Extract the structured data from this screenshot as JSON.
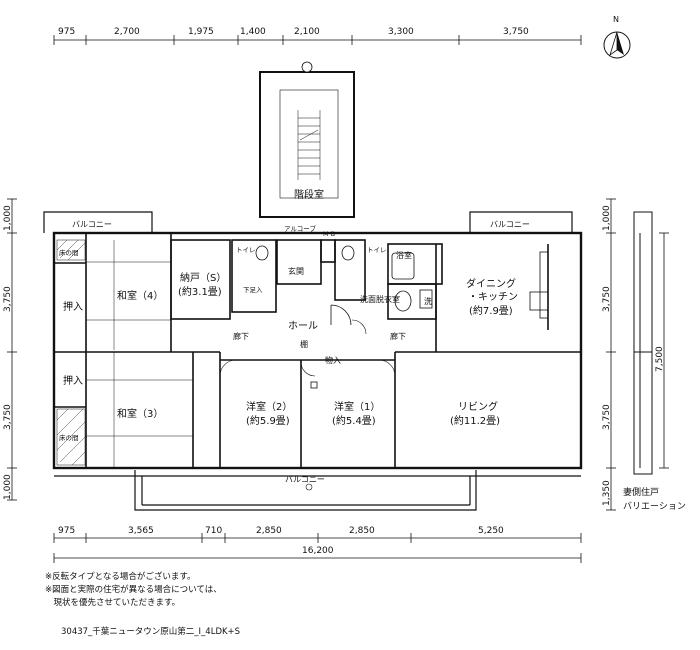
{
  "dims": {
    "top": [
      "975",
      "2,700",
      "1,975",
      "1,400",
      "2,100",
      "3,300",
      "3,750"
    ],
    "bottom": [
      "975",
      "3,565",
      "710",
      "2,850",
      "2,850",
      "5,250"
    ],
    "total": "16,200",
    "left": [
      "1,000",
      "3,750",
      "3,750",
      "1,000"
    ],
    "right": [
      "1,000",
      "3,750",
      "3,750",
      "1,350"
    ],
    "right_total": "7,500"
  },
  "rooms": {
    "stair": "階段室",
    "balcony_nw": "バルコニー",
    "balcony_ne": "バルコニー",
    "balcony_s": "バルコニー",
    "alcove": "アルコーブ",
    "mb": "M\nB",
    "toilet1": "トイレ",
    "toilet2": "トイレ",
    "entrance": "玄関",
    "bath": "浴室",
    "washroom": "洗面脱衣室",
    "wash": "洗",
    "storage_name": "納戸（S）",
    "storage_size": "(約3.1畳)",
    "wa4": "和室（4）",
    "wa3": "和室（3）",
    "tokonoma1": "床の間",
    "tokonoma2": "床の間",
    "oshiire1": "押入",
    "oshiire2": "押入",
    "shoe": "下足入",
    "dk_name1": "ダイニング",
    "dk_name2": "・キッチン",
    "dk_size": "(約7.9畳)",
    "hall": "ホール",
    "hallway1": "廊下",
    "hallway2": "廊下",
    "shelf": "棚",
    "closet": "物入",
    "yo2_name": "洋室（2）",
    "yo2_size": "(約5.9畳)",
    "yo1_name": "洋室（1）",
    "yo1_size": "(約5.4畳)",
    "living_name": "リビング",
    "living_size": "(約11.2畳)",
    "north": "N"
  },
  "side_note": [
    "妻側住戸",
    "バリエーション"
  ],
  "notes": [
    "※反転タイプとなる場合がございます。",
    "※図面と実際の住宅が異なる場合については、",
    "　現状を優先させていただきます。"
  ],
  "caption": "30437_千葉ニュータウン原山第二_I_4LDK+S"
}
